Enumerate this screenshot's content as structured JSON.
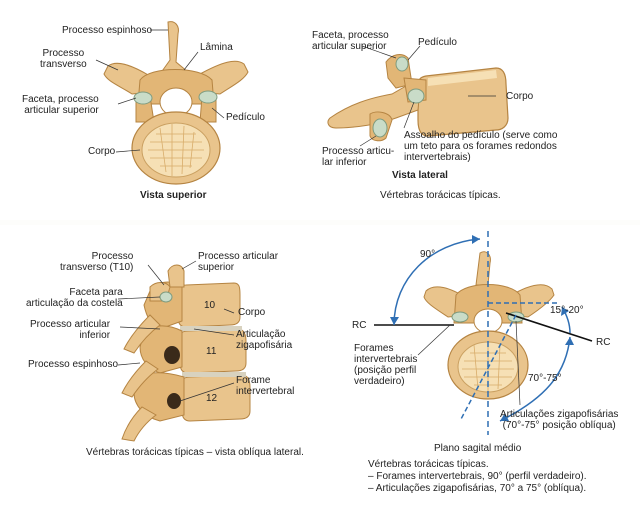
{
  "panel_top_left": {
    "labels": {
      "processo_espinhoso": "Processo espinhoso",
      "processo_transverso": "Processo\ntransverso",
      "lamina": "Lâmina",
      "faceta": "Faceta, processo\narticular superior",
      "pediculo": "Pedículo",
      "corpo": "Corpo"
    },
    "caption": "Vista superior"
  },
  "panel_top_right": {
    "labels": {
      "faceta": "Faceta, processo\narticular superior",
      "pediculo": "Pedículo",
      "corpo": "Corpo",
      "processo_articular_inferior": "Processo articu-\nlar inferior",
      "assoalho": "Assoalho do pedículo (serve como\num teto para os forames redondos\nintervertebrais)"
    },
    "caption": "Vista lateral",
    "subcaption": "Vértebras torácicas típicas."
  },
  "panel_bottom_left": {
    "labels": {
      "processo_transverso": "Processo\ntransverso (T10)",
      "processo_articular_superior": "Processo articular\nsuperior",
      "faceta_costela": "Faceta para\narticulação da costela",
      "corpo": "Corpo",
      "processo_articular_inferior": "Processo articular\ninferior",
      "articulacao": "Articulação\nzigapofisária",
      "processo_espinhoso": "Processo espinhoso",
      "forame": "Forame\nintervertebral"
    },
    "vertebra_numbers": [
      "10",
      "11",
      "12"
    ],
    "caption": "Vértebras torácicas típicas – vista oblíqua lateral."
  },
  "panel_bottom_right": {
    "angles": {
      "a90": "90°",
      "a15_20": "15°-20°",
      "a70_75": "70°-75°"
    },
    "rc_left": "RC",
    "rc_right": "RC",
    "labels": {
      "forames": "Forames\nintervertebrais\n(posição perfil\nverdadeiro)",
      "articulacoes": "Articulações zigapofisárias\n(70°-75° posição oblíqua)",
      "plano": "Plano sagital médio"
    },
    "caption": "Vértebras torácicas típicas.\n– Forames intervertebrais, 90° (perfil verdadeiro).\n– Articulações zigapofisárias, 70° a 75° (oblíqua)."
  },
  "colors": {
    "bone": "#e9c48c",
    "bone_dark": "#c8954d",
    "bone_light": "#f6e0b5",
    "cartilage": "#c9dcc8",
    "blue": "#2f6fb4"
  }
}
